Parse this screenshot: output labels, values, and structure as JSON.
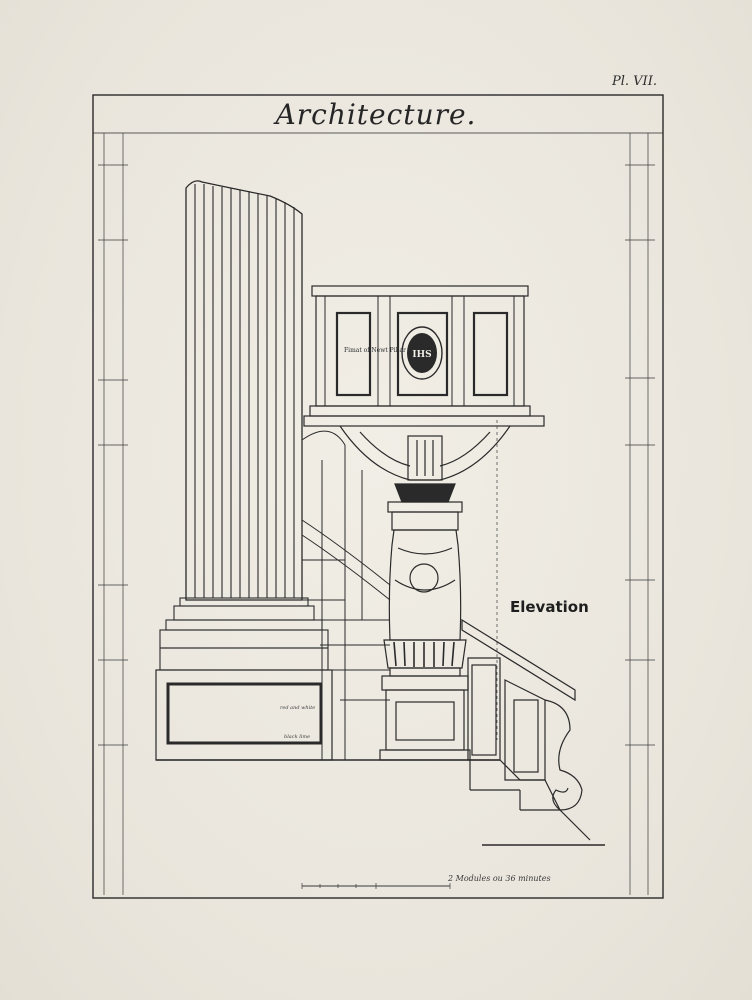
{
  "plate": {
    "number": "Pl. VII.",
    "title": "Architecture."
  },
  "drawing": {
    "view_label": "Elevation",
    "panel_left_text": "Fimat of Newt Pillar",
    "medallion_text": "IHS",
    "scale_caption": "2 Modules ou 36 minutes"
  },
  "colors": {
    "paper": "#ece8df",
    "ink": "#2a2a2a"
  }
}
